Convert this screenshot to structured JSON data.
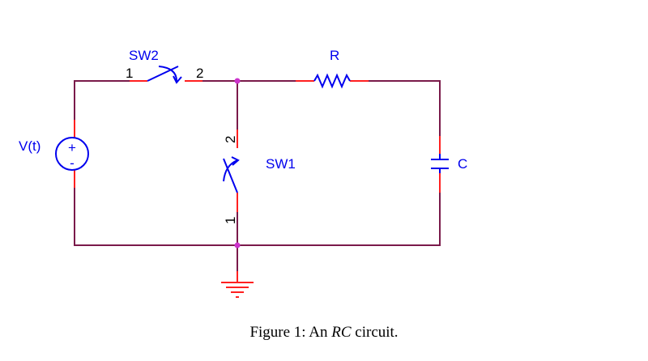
{
  "components": {
    "sw2": {
      "name": "SW2",
      "pin1": "1",
      "pin2": "2"
    },
    "sw1": {
      "name": "SW1",
      "pin1": "1",
      "pin2": "2"
    },
    "resistor": {
      "name": "R"
    },
    "capacitor": {
      "name": "C"
    },
    "source": {
      "name": "V(t)",
      "plus": "+",
      "minus": "-"
    }
  },
  "caption": {
    "prefix": "Figure 1:  An ",
    "emph": "RC",
    "suffix": " circuit."
  },
  "colors": {
    "wire": "#7a1a4a",
    "pin": "#ff2020",
    "symbol": "#0000ee",
    "node": "#cc33cc"
  }
}
